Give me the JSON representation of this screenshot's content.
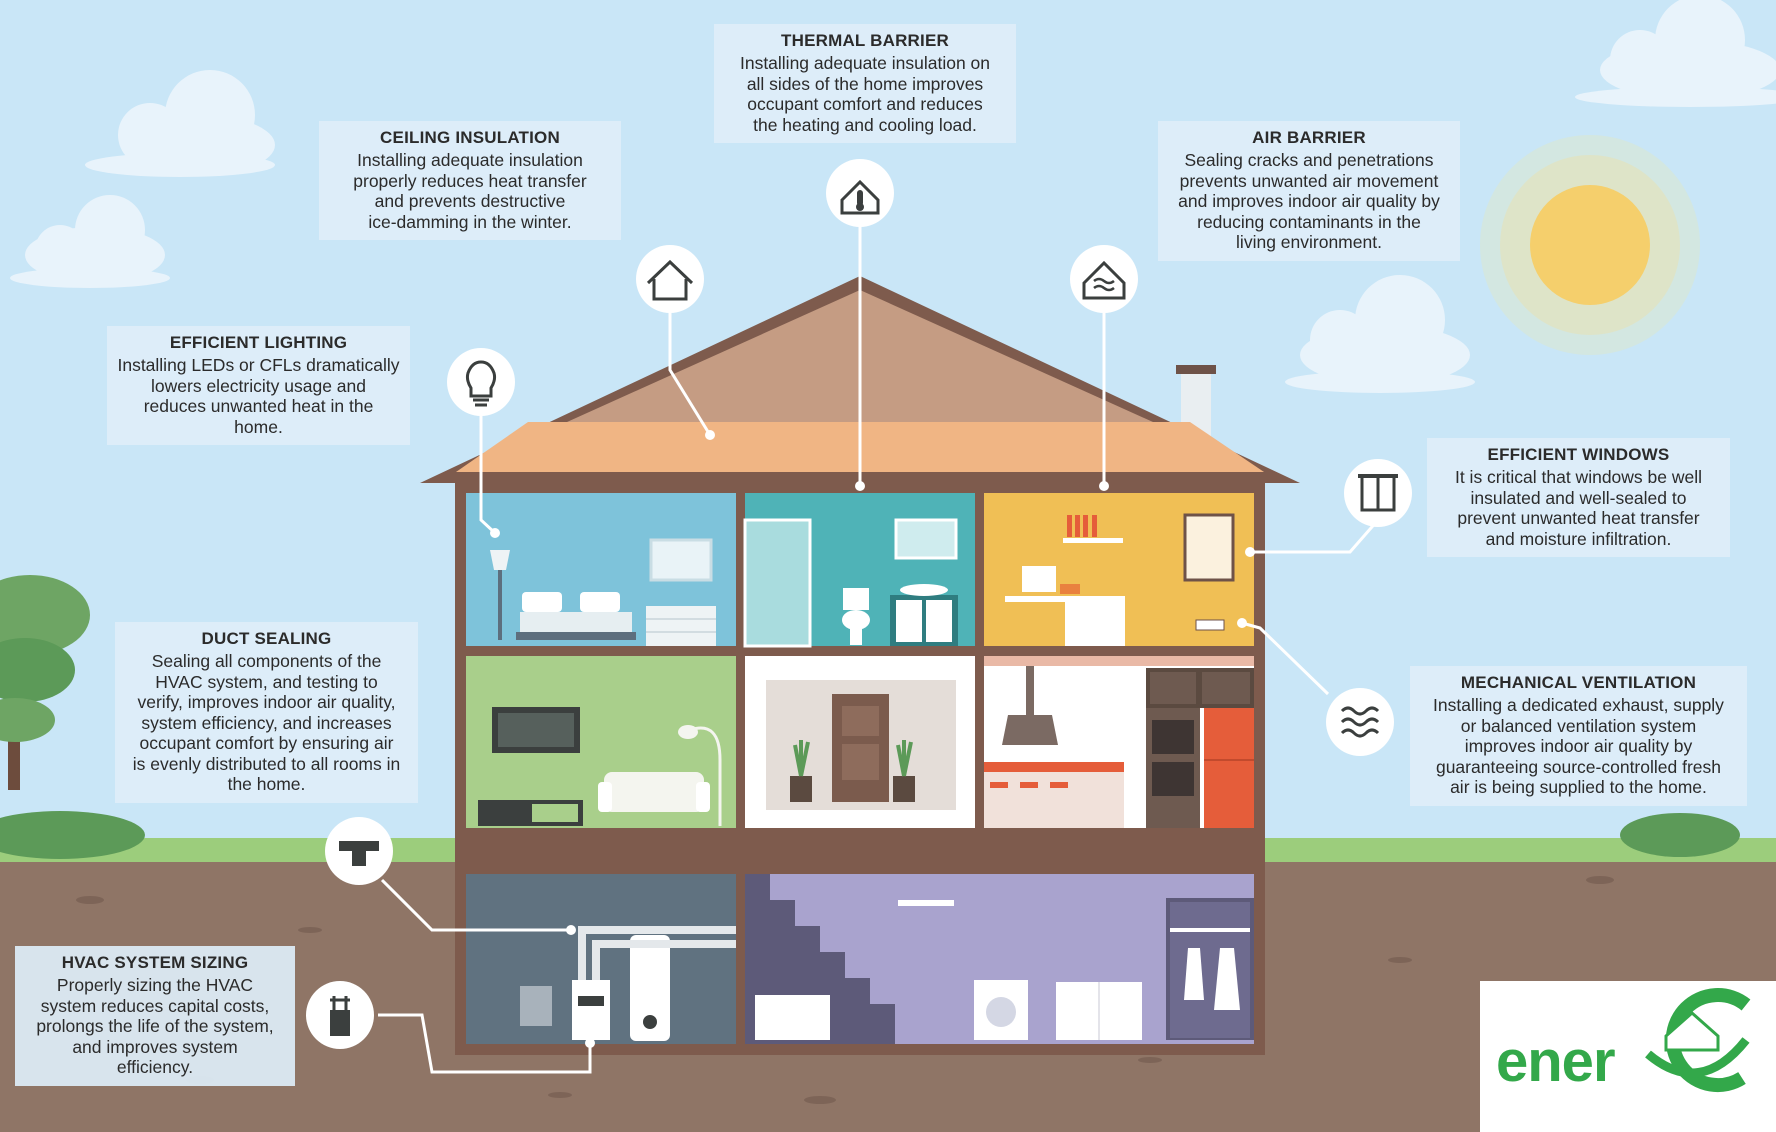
{
  "callouts": [
    {
      "id": "thermal-barrier",
      "title": "THERMAL BARRIER",
      "lines": [
        "Installing adequate insulation on",
        "all sides of the home improves",
        "occupant comfort and reduces",
        "the heating and cooling load."
      ]
    },
    {
      "id": "ceiling-insulation",
      "title": "CEILING INSULATION",
      "lines": [
        "Installing adequate insulation",
        "properly reduces heat transfer",
        "and prevents destructive",
        "ice-damming in the winter."
      ]
    },
    {
      "id": "air-barrier",
      "title": "AIR BARRIER",
      "lines": [
        "Sealing cracks and penetrations",
        "prevents unwanted air movement",
        "and improves indoor air quality by",
        "reducing contaminants in the",
        "living environment."
      ]
    },
    {
      "id": "efficient-lighting",
      "title": "EFFICIENT LIGHTING",
      "lines": [
        "Installing LEDs or CFLs dramatically",
        "lowers electricity usage and",
        "reduces unwanted heat in the",
        "home."
      ]
    },
    {
      "id": "efficient-windows",
      "title": "EFFICIENT WINDOWS",
      "lines": [
        "It is critical that windows be well",
        "insulated and well-sealed to",
        "prevent unwanted heat transfer",
        "and moisture infiltration."
      ]
    },
    {
      "id": "duct-sealing",
      "title": "DUCT SEALING",
      "lines": [
        "Sealing all components of the",
        "HVAC system, and testing to",
        "verify, improves indoor air quality,",
        "system efficiency, and increases",
        "occupant comfort by ensuring air",
        "is evenly distributed to all rooms in",
        "the home."
      ]
    },
    {
      "id": "mechanical-ventilation",
      "title": "MECHANICAL VENTILATION",
      "lines": [
        "Installing a dedicated exhaust, supply",
        "or balanced ventilation system",
        "improves indoor air quality by",
        "guaranteeing source-controlled fresh",
        "air is being supplied to the home."
      ]
    },
    {
      "id": "hvac-sizing",
      "title": "HVAC SYSTEM SIZING",
      "lines": [
        "Properly sizing the HVAC",
        "system reduces capital costs,",
        "prolongs the life of the system,",
        "and improves system",
        "efficiency."
      ]
    }
  ],
  "icons": [
    "thermometer-house-icon",
    "house-outline-icon",
    "air-house-icon",
    "light-bulb-icon",
    "window-icon",
    "airflow-waves-icon",
    "duct-tee-icon",
    "hvac-unit-icon"
  ],
  "logo": {
    "text": "ener",
    "color": "#33a84a"
  },
  "colors": {
    "sky": "#c9e6f7",
    "ground": "#8f7566",
    "grass": "#9ccd7c",
    "house_frame": "#7e5b4d",
    "roof_tiles": "#f0b584",
    "sun": "#f5cf6c",
    "logo_green": "#33a84a"
  }
}
